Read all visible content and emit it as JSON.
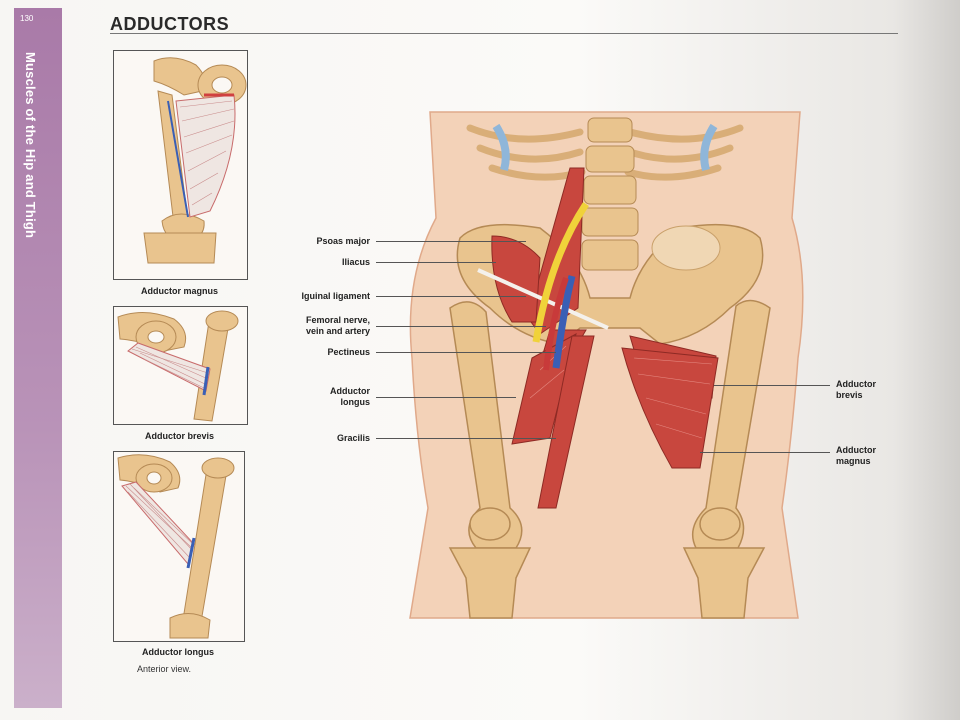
{
  "page": {
    "number": "130",
    "section_title": "Muscles of the Hip and Thigh",
    "heading": "ADDUCTORS",
    "view_note": "Anterior view."
  },
  "thumbnails": [
    {
      "caption": "Adductor magnus"
    },
    {
      "caption": "Adductor brevis"
    },
    {
      "caption": "Adductor longus"
    }
  ],
  "labels": {
    "psoas_major": "Psoas major",
    "iliacus": "Iliacus",
    "inguinal_ligament": "Iguinal ligament",
    "femoral_line1": "Femoral nerve,",
    "femoral_line2": "vein and artery",
    "pectineus": "Pectineus",
    "adductor_longus_line1": "Adductor",
    "adductor_longus_line2": "longus",
    "gracilis": "Gracilis",
    "adductor_brevis_line1": "Adductor",
    "adductor_brevis_line2": "brevis",
    "adductor_magnus_line1": "Adductor",
    "adductor_magnus_line2": "magnus"
  },
  "colors": {
    "side_strip": "#a97aa8",
    "bone": "#e9c48e",
    "muscle": "#c8473e",
    "skin": "#f3d2b8",
    "nerve": "#f0d23a",
    "vein": "#3a5fb5",
    "artery": "#c83a3a"
  }
}
